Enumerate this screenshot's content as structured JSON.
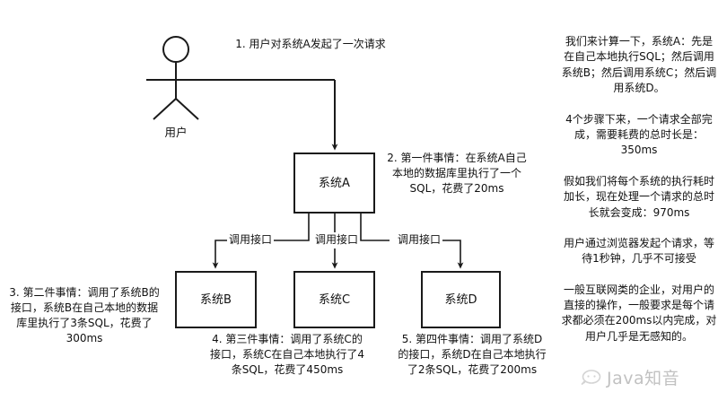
{
  "diagram": {
    "actor": {
      "name": "用户",
      "icon": "stick-figure-icon"
    },
    "nodes": [
      {
        "id": "A",
        "label": "系统A"
      },
      {
        "id": "B",
        "label": "系统B"
      },
      {
        "id": "C",
        "label": "系统C"
      },
      {
        "id": "D",
        "label": "系统D"
      }
    ],
    "edge_labels": {
      "call_b": "调用接口",
      "call_c": "调用接口",
      "call_d": "调用接口"
    },
    "annotations": [
      {
        "id": "step-1",
        "text": "1. 用户对系统A发起了一次请求"
      },
      {
        "id": "step-2",
        "text": "2. 第一件事情：在系统A自己本地的数据库里执行了一个SQL，花费了20ms"
      },
      {
        "id": "step-3",
        "text": "3. 第二件事情：调用了系统B的接口，系统B在自己本地的数据库里执行了3条SQL，花费了300ms"
      },
      {
        "id": "step-4",
        "text": "4. 第三件事情：调用了系统C的接口，系统C在自己本地执行了4条SQL，花费了450ms"
      },
      {
        "id": "step-5",
        "text": "5. 第四件事情：调用了系统D的接口，系统D在自己本地执行了2条SQL，花费了200ms"
      }
    ]
  },
  "commentary": {
    "paragraphs": [
      "我们来计算一下，系统A：先是在自己本地执行SQL；然后调用系统B；然后调用系统C；然后调用系统D。",
      "4个步骤下来，一个请求全部完成，需要耗费的总时长是：350ms",
      "假如我们将每个系统的执行耗时加长，现在处理一个请求的总时长就会变成：970ms",
      "用户通过浏览器发起个请求，等待1秒钟，几乎不可接受",
      "一般互联网类的企业，对用户的直接的操作，一般要求是每个请求都必须在200ms以内完成，对用户几乎是无感知的。"
    ]
  },
  "watermark": {
    "text": "Java知音",
    "icon": "speech-bubble-icon"
  },
  "colors": {
    "stroke": "#1a1a1a",
    "background": "#ffffff",
    "text": "#111111",
    "watermark": "#6d6d6d"
  }
}
